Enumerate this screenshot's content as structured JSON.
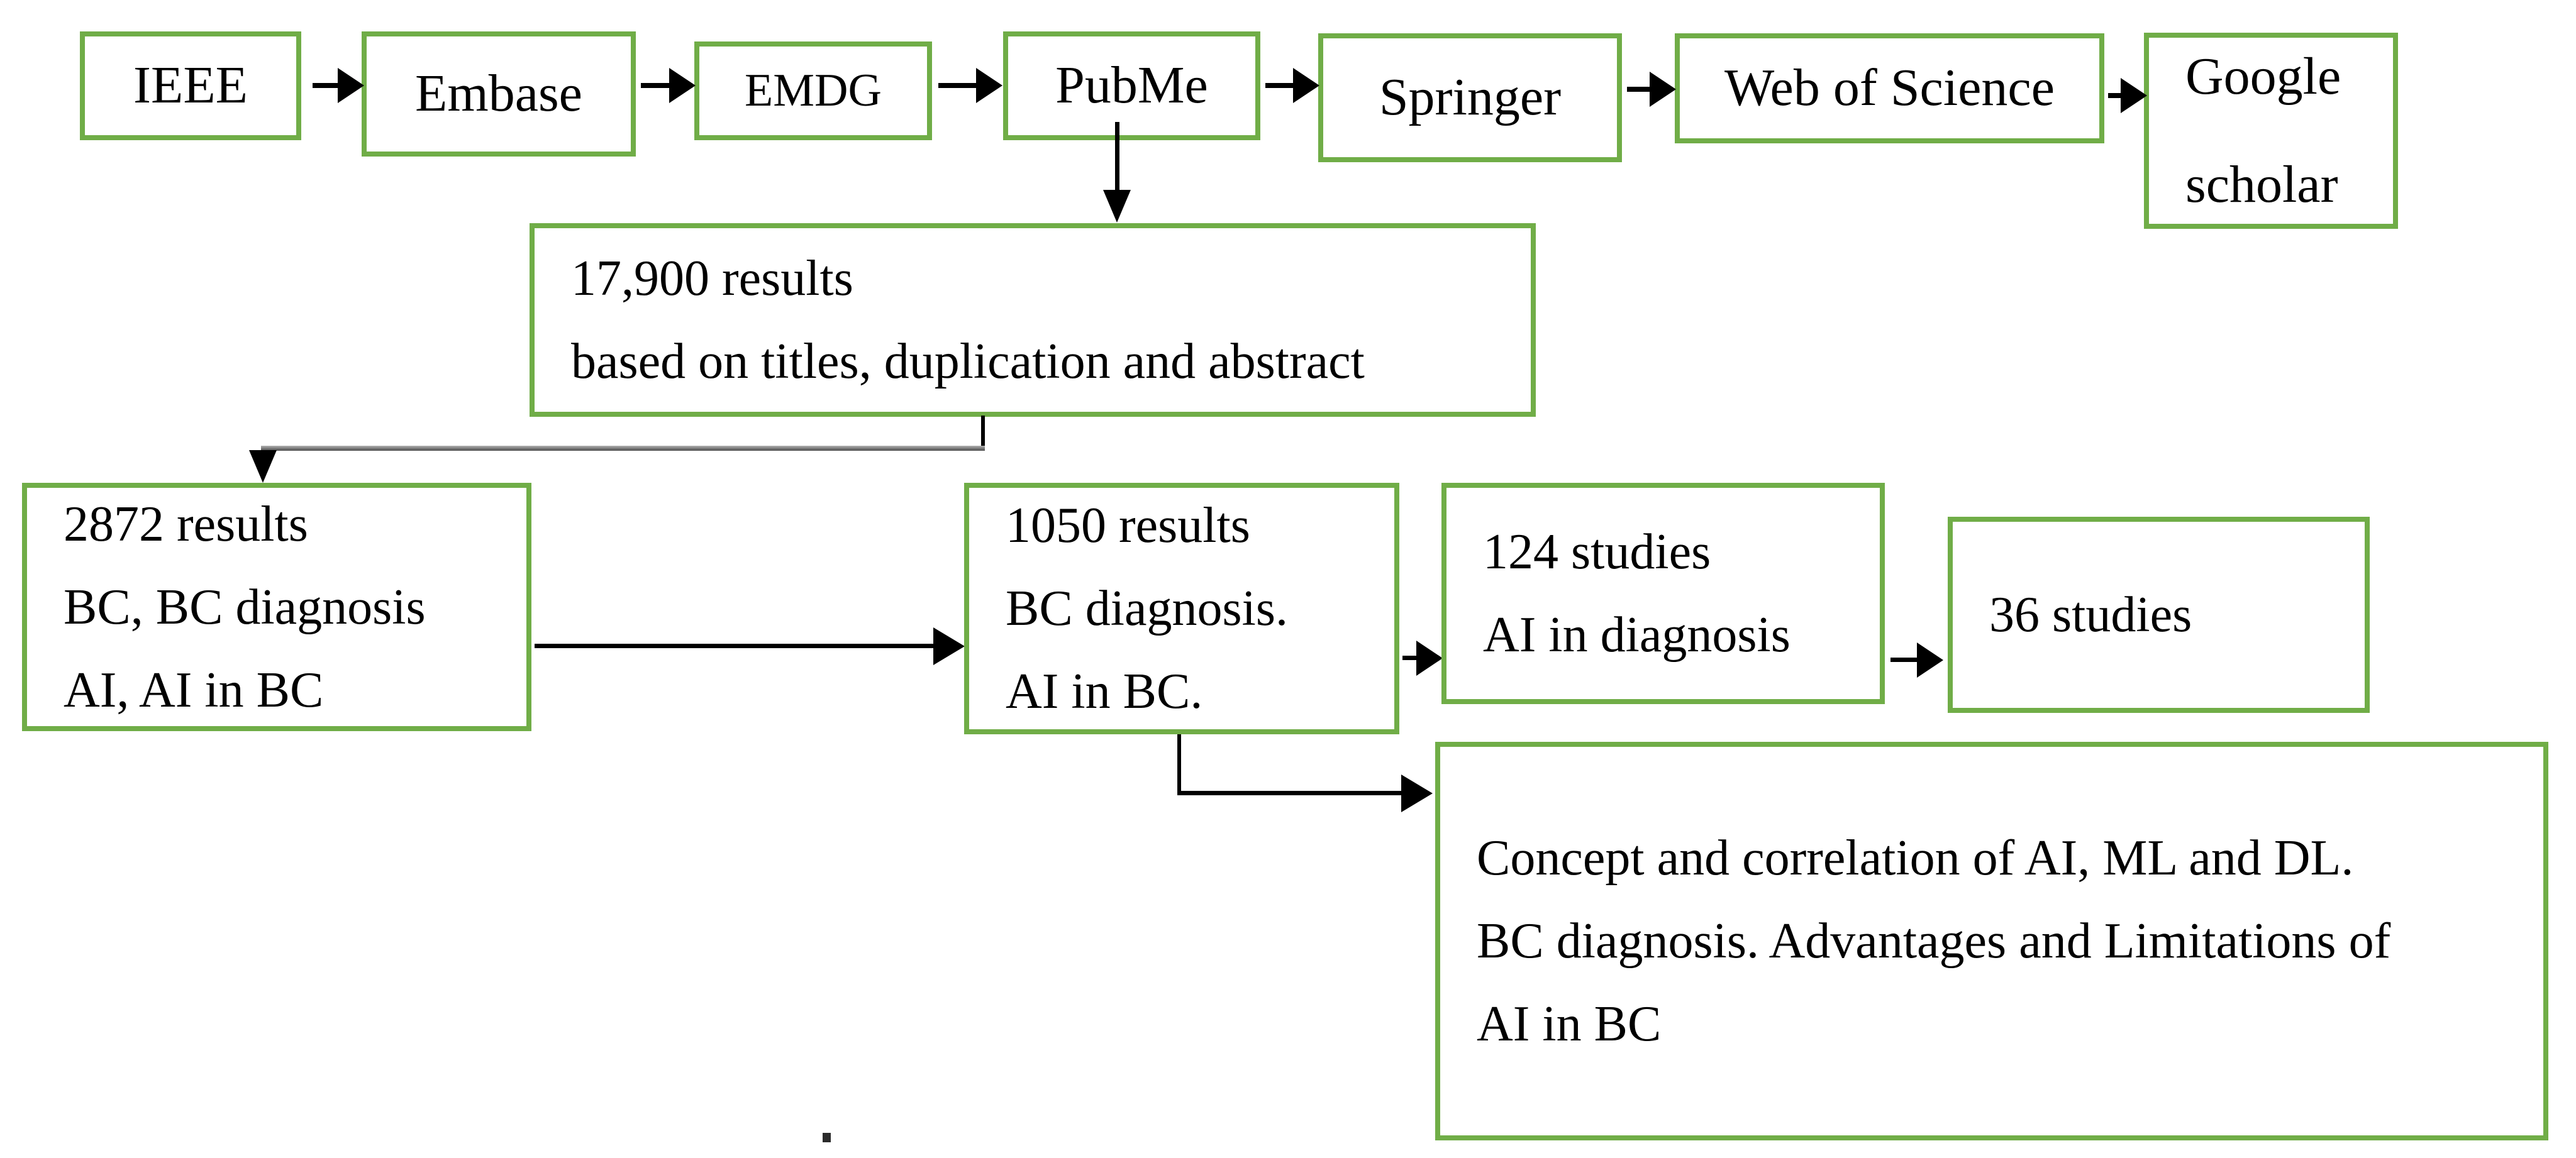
{
  "colors": {
    "box_border_green": "#70ad47",
    "arrow_black": "#000000",
    "elbow_gray": "#808080"
  },
  "sources": [
    {
      "label": "IEEE"
    },
    {
      "label": "Embase"
    },
    {
      "label": "EMDG"
    },
    {
      "label": "PubMe"
    },
    {
      "label": "Springer"
    },
    {
      "label": "Web of Science"
    },
    {
      "label": "Google scholar"
    }
  ],
  "stages": {
    "initial": {
      "lines": [
        "17,900 results",
        "based on titles, duplication and abstract"
      ]
    },
    "screen1": {
      "lines": [
        "2872 results",
        "BC, BC diagnosis",
        "AI, AI in BC"
      ]
    },
    "screen2": {
      "lines": [
        "1050 results",
        "BC diagnosis.",
        "AI in BC."
      ]
    },
    "screen3": {
      "lines": [
        "124 studies",
        "AI in diagnosis"
      ]
    },
    "final": {
      "lines": [
        "36 studies"
      ]
    },
    "scope": {
      "lines": [
        "Concept and correlation of AI, ML and DL.",
        "BC diagnosis. Advantages and Limitations of",
        "AI in BC"
      ]
    }
  }
}
